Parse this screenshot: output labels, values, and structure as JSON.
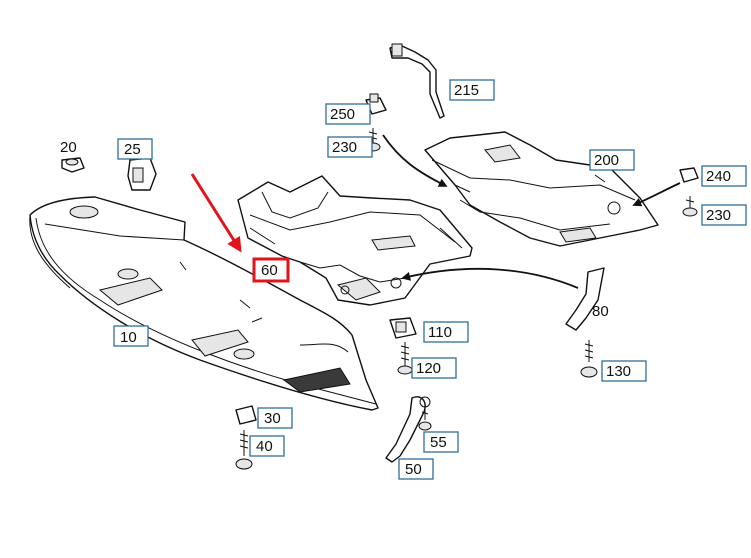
{
  "colors": {
    "label_border": "#2f6e9c",
    "highlight": "#e0141b",
    "arrow": "#e0141b",
    "line": "#111111"
  },
  "labels": {
    "p10": "10",
    "p20": "20",
    "p25": "25",
    "p30": "30",
    "p40": "40",
    "p50": "50",
    "p55": "55",
    "p60": "60",
    "p80": "80",
    "p110": "110",
    "p120": "120",
    "p130": "130",
    "p200": "200",
    "p215": "215",
    "p230a": "230",
    "p230b": "230",
    "p240": "240",
    "p250": "250"
  },
  "highlighted_part": "60",
  "icons": {
    "pointer": "red-arrow-icon"
  }
}
